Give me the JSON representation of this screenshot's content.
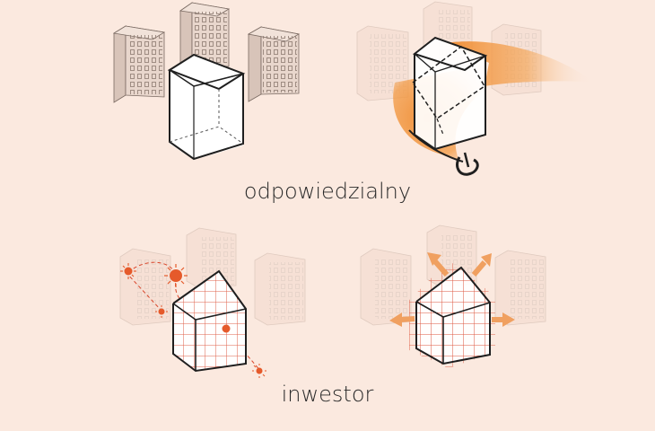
{
  "captions": {
    "top": "odpowiedzialny",
    "bottom": "inwestor"
  },
  "colors": {
    "background": "#fbe9df",
    "accent": "#f08a2e",
    "line": "#1f1f1f",
    "grid_red": "#d9462b",
    "faded_building_fill": "#f3dacd",
    "faded_building_stroke": "#c9b2a6"
  },
  "panels": [
    {
      "name": "massive-block",
      "accent": "none"
    },
    {
      "name": "rotated-block-with-shadow-and-sword",
      "accent": "orange-shadow"
    },
    {
      "name": "house-with-sun-path",
      "accent": "sun-markers"
    },
    {
      "name": "house-with-expansion-arrows",
      "accent": "orange-arrows"
    }
  ]
}
